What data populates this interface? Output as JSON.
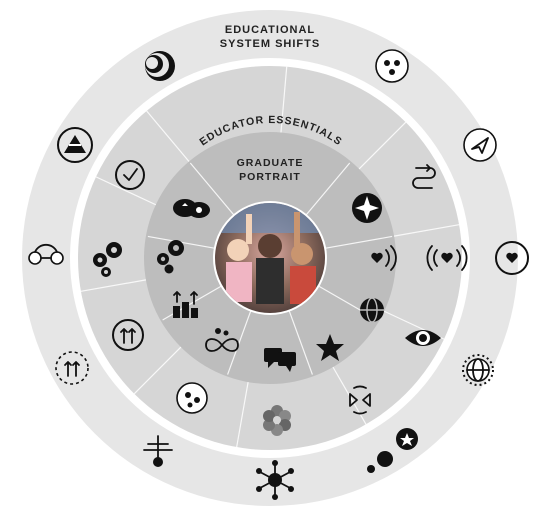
{
  "diagram": {
    "outer_ring": {
      "title_line1": "EDUCATIONAL",
      "title_line2": "SYSTEM SHIFTS",
      "color": "#e6e6e6"
    },
    "middle_ring": {
      "title": "EDUCATOR ESSENTIALS",
      "color": "#d6d6d6"
    },
    "inner_ring": {
      "title_line1": "GRADUATE",
      "title_line2": "PORTRAIT",
      "color": "#bdbdbd"
    },
    "center_photo": {
      "alt": "children-raising-hands-photo"
    },
    "outer_icons": [
      "crescent-layers-icon",
      "circular-dots-icon",
      "paper-plane-icon",
      "heart-eye-icon",
      "globe-sun-icon",
      "path-star-icon",
      "network-hub-icon",
      "crosshair-cross-icon",
      "arrows-network-icon",
      "link-chain-icon",
      "pyramid-icon"
    ],
    "middle_icons": [
      "check-circle-icon",
      "path-switch-icon",
      "signal-heart-icon",
      "eye-globe-icon",
      "exchange-arrows-icon",
      "flower-icon",
      "cycle-dots-icon",
      "growth-arrows-icon",
      "gears-icon"
    ],
    "inner_icons": [
      "compass-star-icon",
      "heart-signal-icon",
      "globe-icon",
      "star-icon",
      "chat-bubbles-icon",
      "infinity-gears-icon",
      "growth-bars-icon",
      "gears-icon",
      "team-chat-icon"
    ]
  }
}
